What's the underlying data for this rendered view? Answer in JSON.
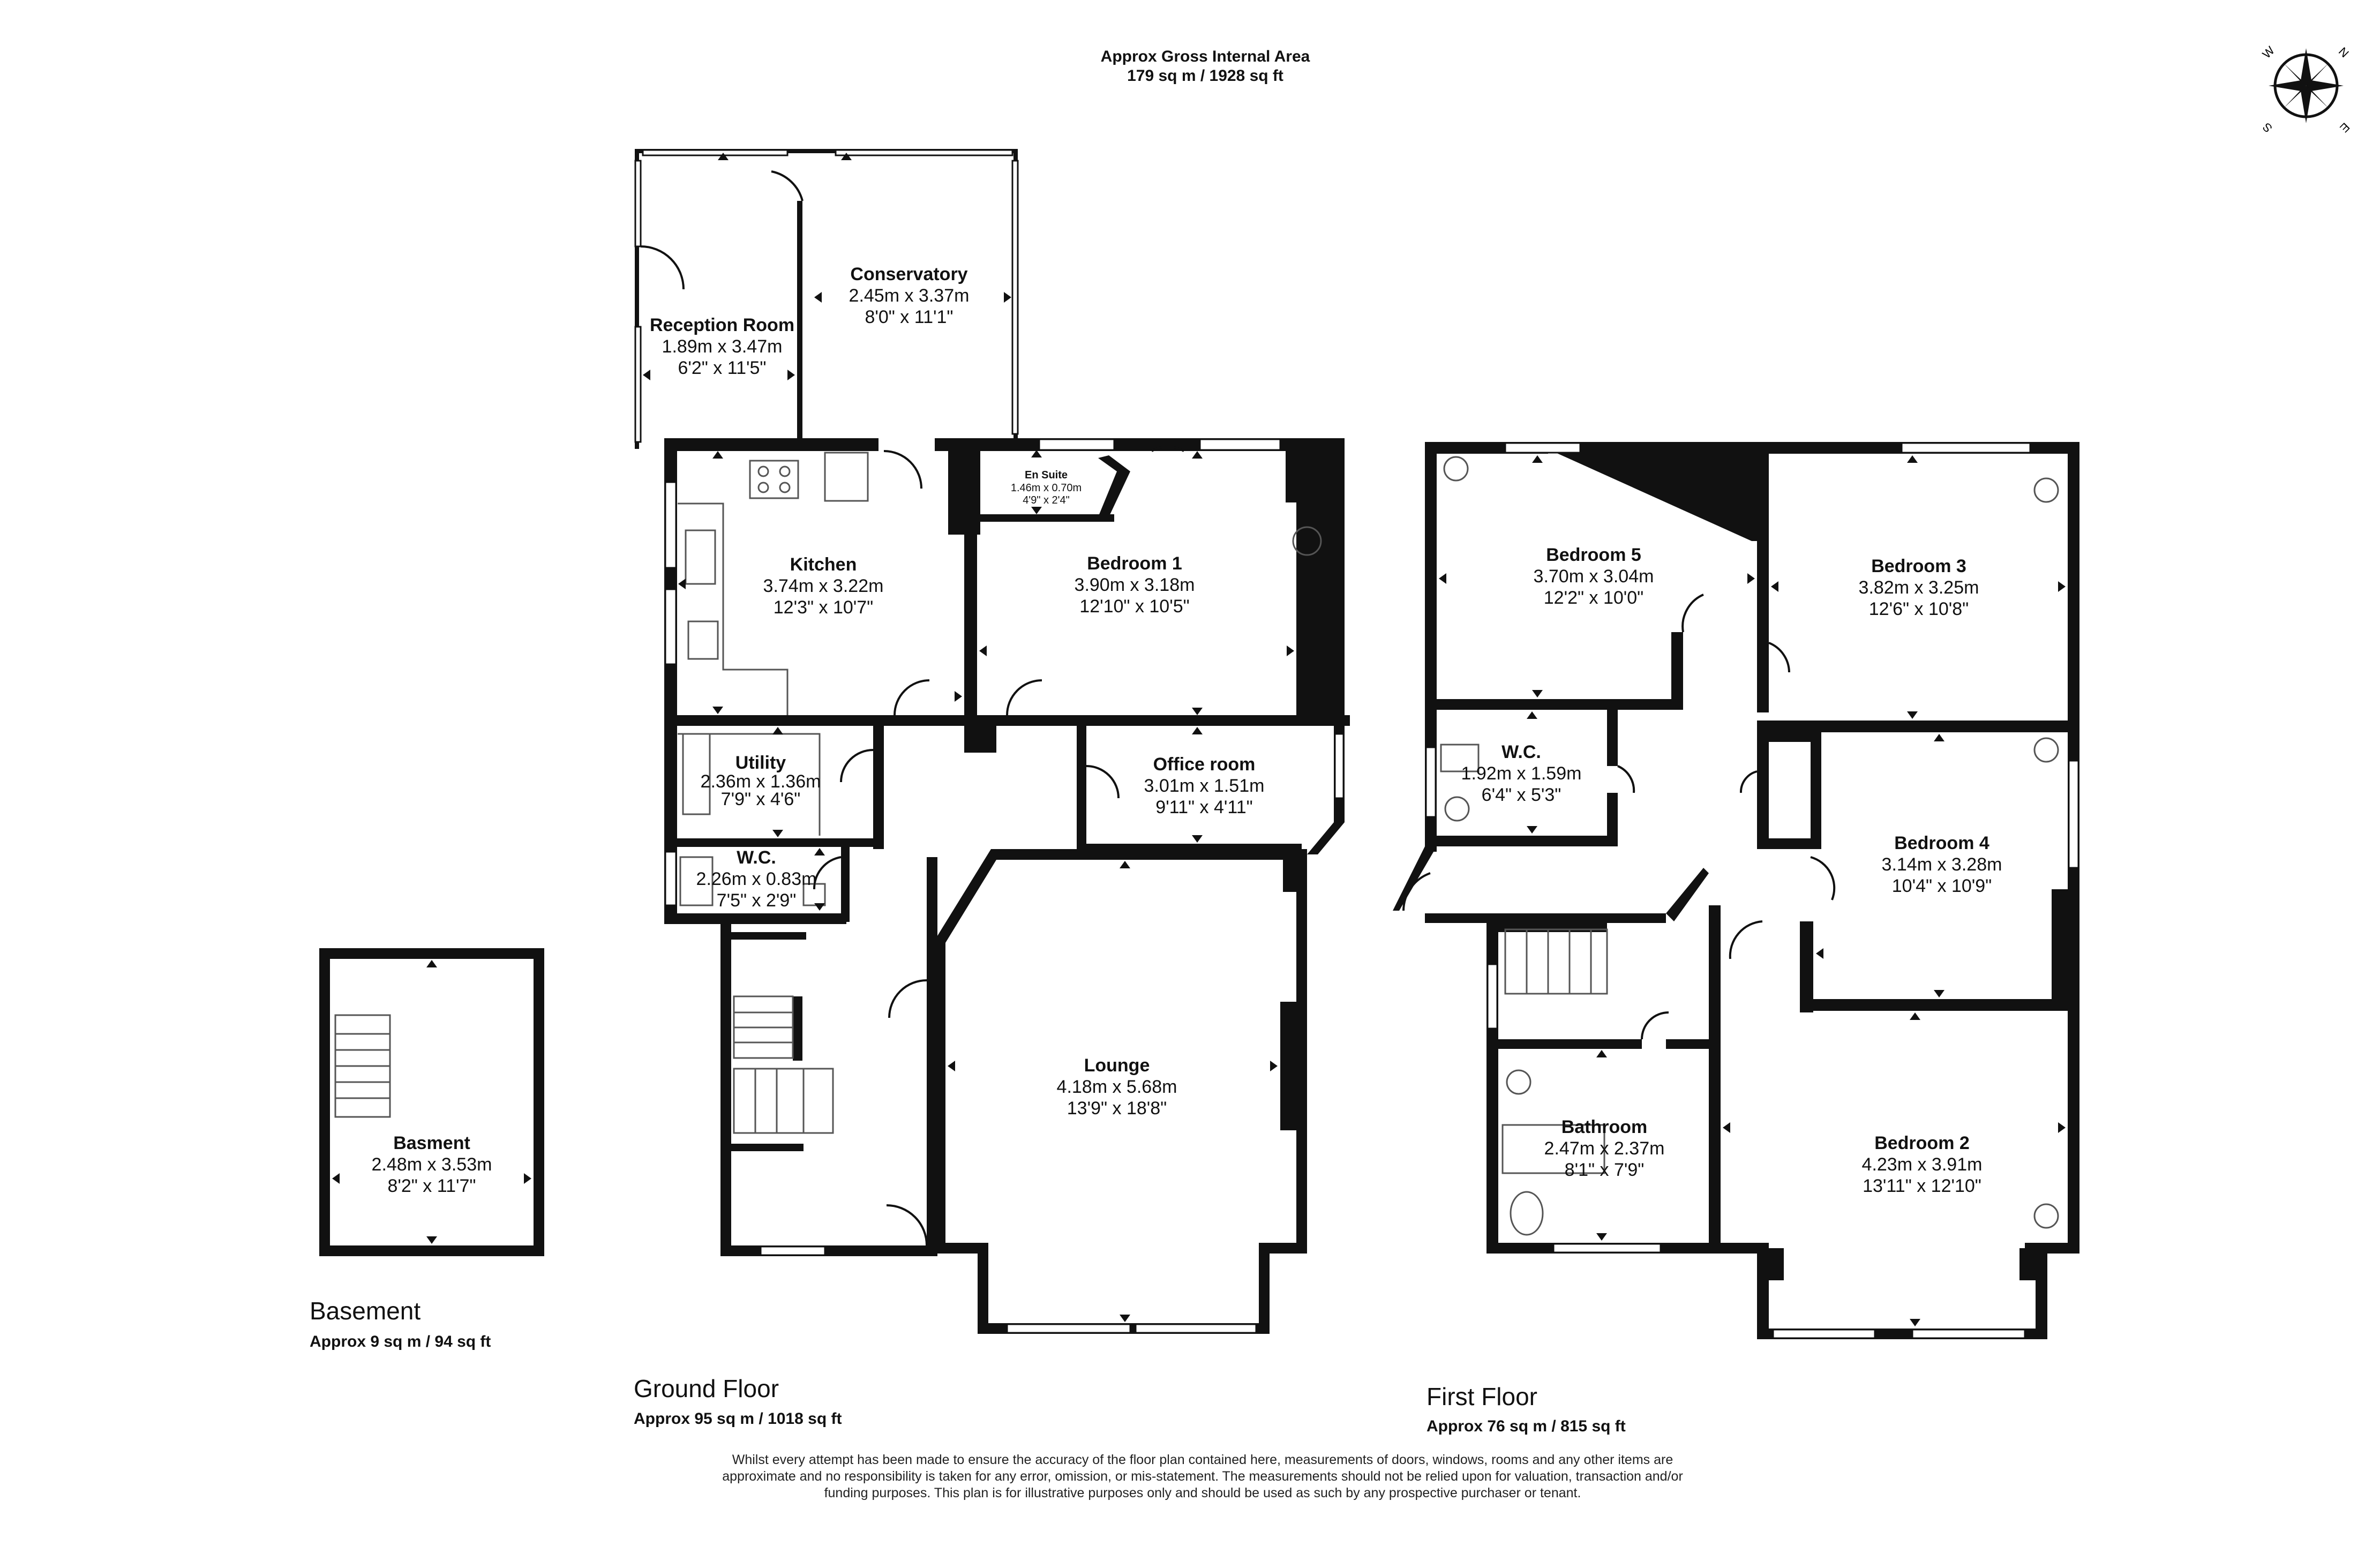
{
  "header": {
    "title": "Approx Gross Internal Area",
    "area": "179 sq m / 1928 sq ft"
  },
  "compass": {
    "labels": [
      "W",
      "N",
      "E",
      "S"
    ],
    "icon": "compass-rose-icon"
  },
  "floors": {
    "basement": {
      "name": "Basement",
      "area": "Approx 9 sq m / 94 sq ft"
    },
    "ground": {
      "name": "Ground Floor",
      "area": "Approx 95 sq m / 1018 sq ft"
    },
    "first": {
      "name": "First Floor",
      "area": "Approx 76 sq m / 815 sq ft"
    }
  },
  "rooms": {
    "basement": {
      "name": "Basment",
      "metric": "2.48m x 3.53m",
      "imperial": "8'2\" x 11'7\""
    },
    "reception": {
      "name": "Reception Room",
      "metric": "1.89m x 3.47m",
      "imperial": "6'2\" x 11'5\""
    },
    "conservatory": {
      "name": "Conservatory",
      "metric": "2.45m x 3.37m",
      "imperial": "8'0\" x 11'1\""
    },
    "kitchen": {
      "name": "Kitchen",
      "metric": "3.74m x 3.22m",
      "imperial": "12'3\" x 10'7\""
    },
    "ensuite": {
      "name": "En Suite",
      "metric": "1.46m x 0.70m",
      "imperial": "4'9\" x 2'4\""
    },
    "bedroom1": {
      "name": "Bedroom 1",
      "metric": "3.90m x 3.18m",
      "imperial": "12'10\" x 10'5\""
    },
    "utility": {
      "name": "Utility",
      "metric": "2.36m x 1.36m",
      "imperial": "7'9\" x 4'6\""
    },
    "office": {
      "name": "Office room",
      "metric": "3.01m x 1.51m",
      "imperial": "9'11\" x 4'11\""
    },
    "wc_ground": {
      "name": "W.C.",
      "metric": "2.26m x 0.83m",
      "imperial": "7'5\" x 2'9\""
    },
    "lounge": {
      "name": "Lounge",
      "metric": "4.18m x 5.68m",
      "imperial": "13'9\" x 18'8\""
    },
    "bedroom5": {
      "name": "Bedroom 5",
      "metric": "3.70m x 3.04m",
      "imperial": "12'2\" x 10'0\""
    },
    "bedroom3": {
      "name": "Bedroom 3",
      "metric": "3.82m x 3.25m",
      "imperial": "12'6\" x 10'8\""
    },
    "wc_first": {
      "name": "W.C.",
      "metric": "1.92m x 1.59m",
      "imperial": "6'4\" x 5'3\""
    },
    "bedroom4": {
      "name": "Bedroom 4",
      "metric": "3.14m x 3.28m",
      "imperial": "10'4\" x 10'9\""
    },
    "bathroom": {
      "name": "Bathroom",
      "metric": "2.47m x 2.37m",
      "imperial": "8'1\" x 7'9\""
    },
    "bedroom2": {
      "name": "Bedroom 2",
      "metric": "4.23m x 3.91m",
      "imperial": "13'11\" x 12'10\""
    }
  },
  "disclaimer": "Whilst every attempt has been made to ensure the accuracy of the floor plan contained here, measurements of doors, windows, rooms and any other items are approximate and no responsibility is taken for any error, omission, or mis-statement. The measurements should not be relied upon for valuation, transaction and/or funding purposes. This plan is for illustrative purposes only and should be used as such by any prospective purchaser or tenant."
}
